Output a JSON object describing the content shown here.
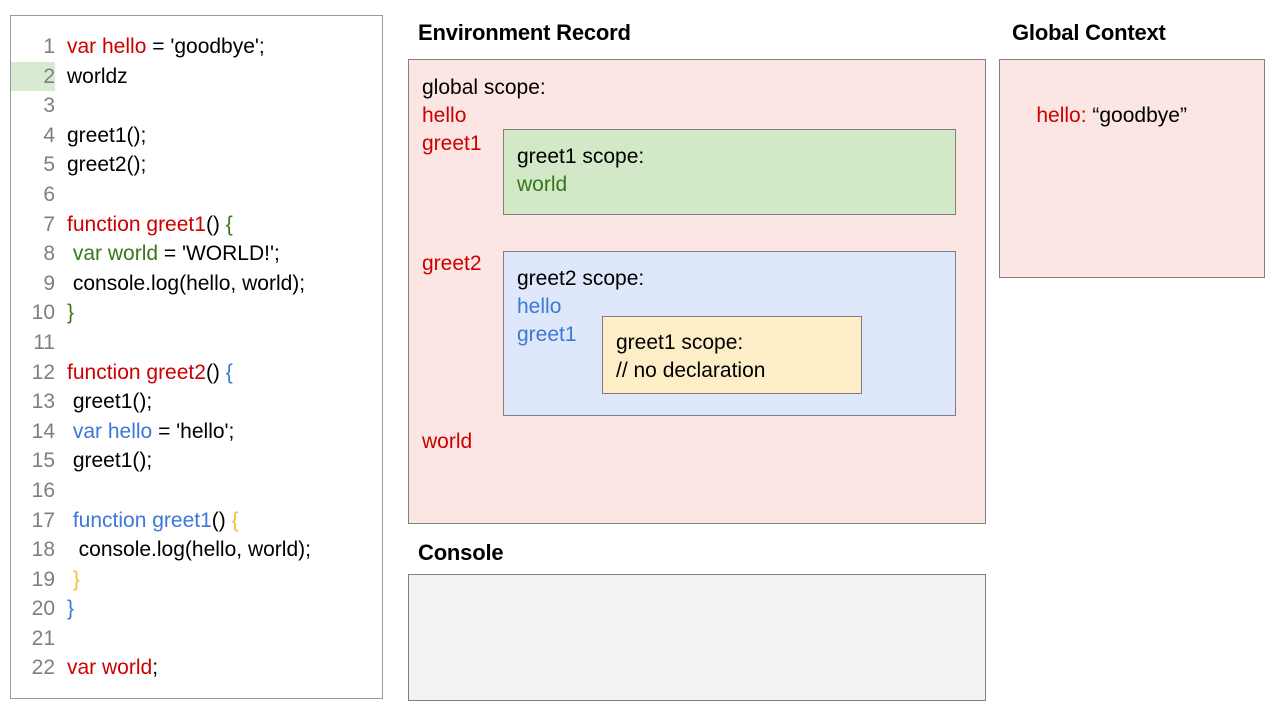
{
  "editor": {
    "name": "code-editor",
    "highlighted_line": 2,
    "lines": [
      {
        "num": "1",
        "tokens": [
          {
            "t": "var hello",
            "c": "red"
          },
          {
            "t": " = 'goodbye';",
            "c": "black"
          }
        ]
      },
      {
        "num": "2",
        "tokens": [
          {
            "t": "worldz",
            "c": "black"
          }
        ]
      },
      {
        "num": "3",
        "tokens": [
          {
            "t": "",
            "c": "black"
          }
        ]
      },
      {
        "num": "4",
        "tokens": [
          {
            "t": "greet1();",
            "c": "black"
          }
        ]
      },
      {
        "num": "5",
        "tokens": [
          {
            "t": "greet2();",
            "c": "black"
          }
        ]
      },
      {
        "num": "6",
        "tokens": [
          {
            "t": "",
            "c": "black"
          }
        ]
      },
      {
        "num": "7",
        "tokens": [
          {
            "t": "function greet1",
            "c": "red"
          },
          {
            "t": "() ",
            "c": "black"
          },
          {
            "t": "{",
            "c": "green"
          }
        ]
      },
      {
        "num": "8",
        "tokens": [
          {
            "t": " ",
            "c": "black"
          },
          {
            "t": "var world",
            "c": "green"
          },
          {
            "t": " = 'WORLD!';",
            "c": "black"
          }
        ]
      },
      {
        "num": "9",
        "tokens": [
          {
            "t": " console.log(hello, world);",
            "c": "black"
          }
        ]
      },
      {
        "num": "10",
        "tokens": [
          {
            "t": "}",
            "c": "green"
          }
        ]
      },
      {
        "num": "11",
        "tokens": [
          {
            "t": "",
            "c": "black"
          }
        ]
      },
      {
        "num": "12",
        "tokens": [
          {
            "t": "function greet2",
            "c": "red"
          },
          {
            "t": "() ",
            "c": "black"
          },
          {
            "t": "{",
            "c": "blue"
          }
        ]
      },
      {
        "num": "13",
        "tokens": [
          {
            "t": " greet1();",
            "c": "black"
          }
        ]
      },
      {
        "num": "14",
        "tokens": [
          {
            "t": " ",
            "c": "black"
          },
          {
            "t": "var hello",
            "c": "blue"
          },
          {
            "t": " = 'hello';",
            "c": "black"
          }
        ]
      },
      {
        "num": "15",
        "tokens": [
          {
            "t": " greet1();",
            "c": "black"
          }
        ]
      },
      {
        "num": "16",
        "tokens": [
          {
            "t": "",
            "c": "black"
          }
        ]
      },
      {
        "num": "17",
        "tokens": [
          {
            "t": " ",
            "c": "black"
          },
          {
            "t": "function greet1",
            "c": "blue"
          },
          {
            "t": "() ",
            "c": "black"
          },
          {
            "t": "{",
            "c": "yellow"
          }
        ]
      },
      {
        "num": "18",
        "tokens": [
          {
            "t": "  console.log(hello, world);",
            "c": "black"
          }
        ]
      },
      {
        "num": "19",
        "tokens": [
          {
            "t": " ",
            "c": "black"
          },
          {
            "t": "}",
            "c": "yellow"
          }
        ]
      },
      {
        "num": "20",
        "tokens": [
          {
            "t": "}",
            "c": "blue"
          }
        ]
      },
      {
        "num": "21",
        "tokens": [
          {
            "t": "",
            "c": "black"
          }
        ]
      },
      {
        "num": "22",
        "tokens": [
          {
            "t": "var world",
            "c": "red"
          },
          {
            "t": ";",
            "c": "black"
          }
        ]
      }
    ]
  },
  "environment_record": {
    "title": "Environment Record",
    "global_scope_label": "global scope:",
    "bindings": [
      "hello",
      "greet1",
      "greet2",
      "world"
    ],
    "binding_hello": "hello",
    "binding_greet1": "greet1",
    "binding_greet2": "greet2",
    "binding_world": "world",
    "greet1_scope": {
      "title": "greet1 scope:",
      "bindings": [
        "world"
      ],
      "binding_world": "world"
    },
    "greet2_scope": {
      "title": "greet2 scope:",
      "bindings": [
        "hello",
        "greet1"
      ],
      "binding_hello": "hello",
      "binding_greet1": "greet1",
      "greet1_inner_scope": {
        "title": "greet1 scope:",
        "note": "// no declaration"
      }
    }
  },
  "console": {
    "title": "Console",
    "output": ""
  },
  "global_context": {
    "title": "Global Context",
    "entries": [
      {
        "key": "hello:",
        "value": " “goodbye”"
      }
    ],
    "entry_key": "hello:",
    "entry_value": " “goodbye”"
  },
  "colors": {
    "red": "#cc0000",
    "green_text": "#38761d",
    "blue_text": "#3c78d8",
    "yellow_text": "#f1c232",
    "pink_panel": "#fce6e4",
    "green_panel": "#d2e8c6",
    "blue_panel": "#dee8fa",
    "yellow_panel": "#fdeec8",
    "console_panel": "#f2f2f2",
    "line_highlight": "#d9ead3",
    "border": "#808080",
    "gutter_text": "#7f7f7f"
  }
}
